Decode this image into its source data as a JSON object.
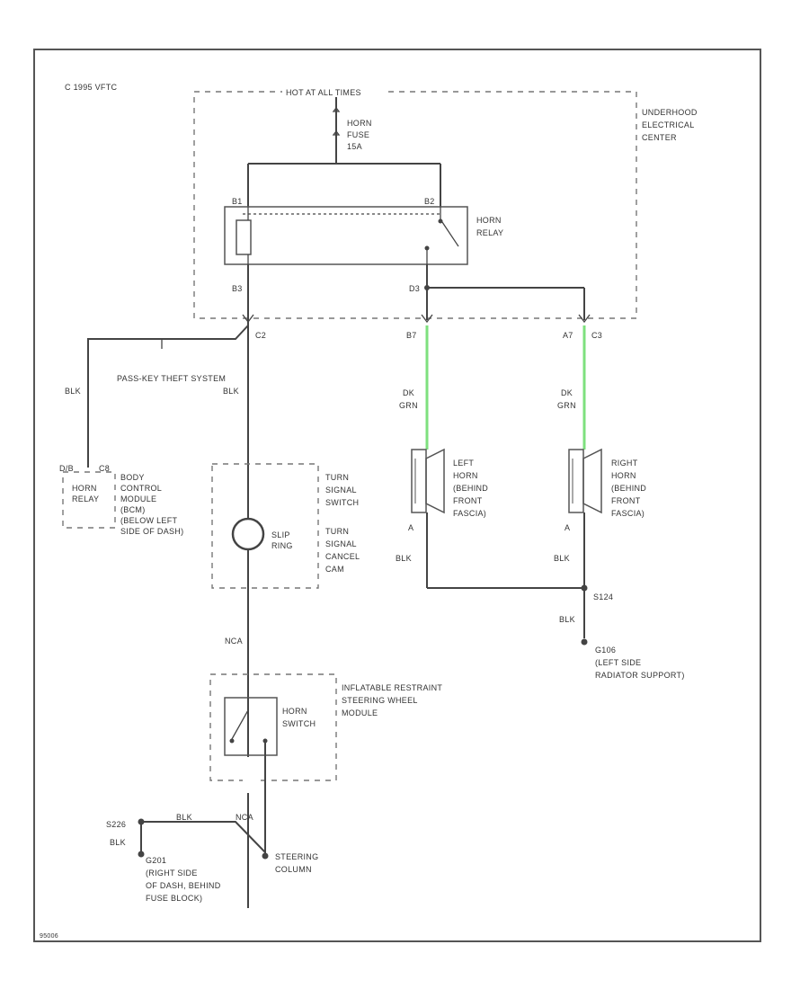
{
  "copyright": "C 1995 VFTC",
  "footer_code": "95006",
  "colors": {
    "wire": "#444444",
    "green_wire": "#7ee07e",
    "frame": "#555555"
  },
  "underhood_center": {
    "hot_label": "HOT AT ALL TIMES",
    "fuse_label": [
      "HORN",
      "FUSE",
      "15A"
    ],
    "center_label": [
      "UNDERHOOD",
      "ELECTRICAL",
      "CENTER"
    ],
    "relay_label": [
      "HORN",
      "RELAY"
    ],
    "pin_tl": "B1",
    "pin_tr": "B2",
    "pin_bl": "B3",
    "pin_br": "D3"
  },
  "connectors": {
    "c2_left": "C2",
    "c3_right": "C3",
    "pin_b7": "B7",
    "pin_a7": "A7"
  },
  "antitheft": {
    "system_label": "PASS-KEY THEFT SYSTEM",
    "wire_left": "BLK",
    "wire_mid": "BLK",
    "pin_left": "D/B",
    "pin_right": "C8",
    "relay_label": [
      "HORN",
      "RELAY"
    ],
    "module_label": [
      "BODY",
      "CONTROL",
      "MODULE",
      "(BCM)"
    ],
    "location": [
      "(BELOW LEFT",
      "SIDE OF DASH)"
    ]
  },
  "turn_switch": {
    "signal_label": [
      "TURN",
      "SIGNAL",
      "SWITCH"
    ],
    "cancel_label": [
      "TURN",
      "SIGNAL",
      "CANCEL",
      "CAM"
    ],
    "slip_ring": [
      "SLIP",
      "RING"
    ]
  },
  "left_horn": {
    "wire_color": [
      "DK",
      "GRN"
    ],
    "label": [
      "LEFT",
      "HORN",
      "(BEHIND",
      "FRONT",
      "FASCIA)"
    ],
    "pin": "A",
    "gnd_wire": "BLK"
  },
  "right_horn": {
    "wire_color": [
      "DK",
      "GRN"
    ],
    "label": [
      "RIGHT",
      "HORN",
      "(BEHIND",
      "FRONT",
      "FASCIA)"
    ],
    "pin": "A",
    "gnd_wire": "BLK"
  },
  "ground_right": {
    "splice": "S124",
    "wire": "BLK",
    "ground_id": "G106",
    "location": [
      "(LEFT SIDE",
      "RADIATOR SUPPORT)"
    ]
  },
  "steering": {
    "wire_blk": "BLK",
    "wire_nca": "NCA",
    "module_label": [
      "INFLATABLE RESTRAINT",
      "STEERING WHEEL",
      "MODULE"
    ],
    "switch_label": [
      "HORN",
      "SWITCH"
    ],
    "column_label": [
      "STEERING",
      "COLUMN"
    ]
  },
  "ground_left": {
    "splice": "S226",
    "wire_label": "BLK",
    "wire_top": "BLK",
    "wire_top2": "NCA",
    "ground_id": "G201",
    "location": [
      "(RIGHT SIDE",
      "OF DASH, BEHIND",
      "FUSE BLOCK)"
    ]
  }
}
